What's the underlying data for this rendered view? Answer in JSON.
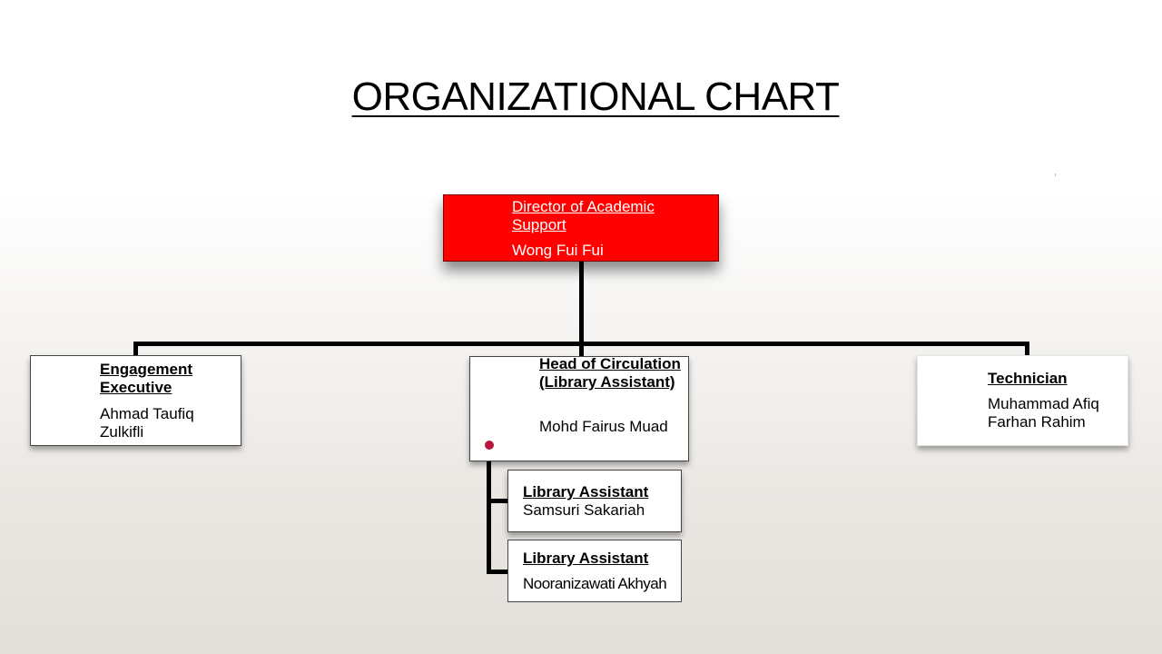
{
  "title": "ORGANIZATIONAL CHART",
  "nodes": {
    "director": {
      "role": "Director of Academic Support",
      "name": "Wong Fui Fui",
      "color": "#ff0000"
    },
    "engagement": {
      "role": "Engagement Executive",
      "name": "Ahmad Taufiq Zulkifli"
    },
    "circulation": {
      "role": "Head of Circulation (Library Assistant)",
      "name": "Mohd Fairus Muad"
    },
    "technician": {
      "role": "Technician",
      "name": "Muhammad Afiq Farhan Rahim"
    },
    "assistant1": {
      "role": "Library Assistant",
      "name": "Samsuri Sakariah"
    },
    "assistant2": {
      "role": "Library Assistant",
      "name": "Nooranizawati Akhyah"
    }
  },
  "colors": {
    "bullet": "#b5183c",
    "connector": "#000000"
  }
}
